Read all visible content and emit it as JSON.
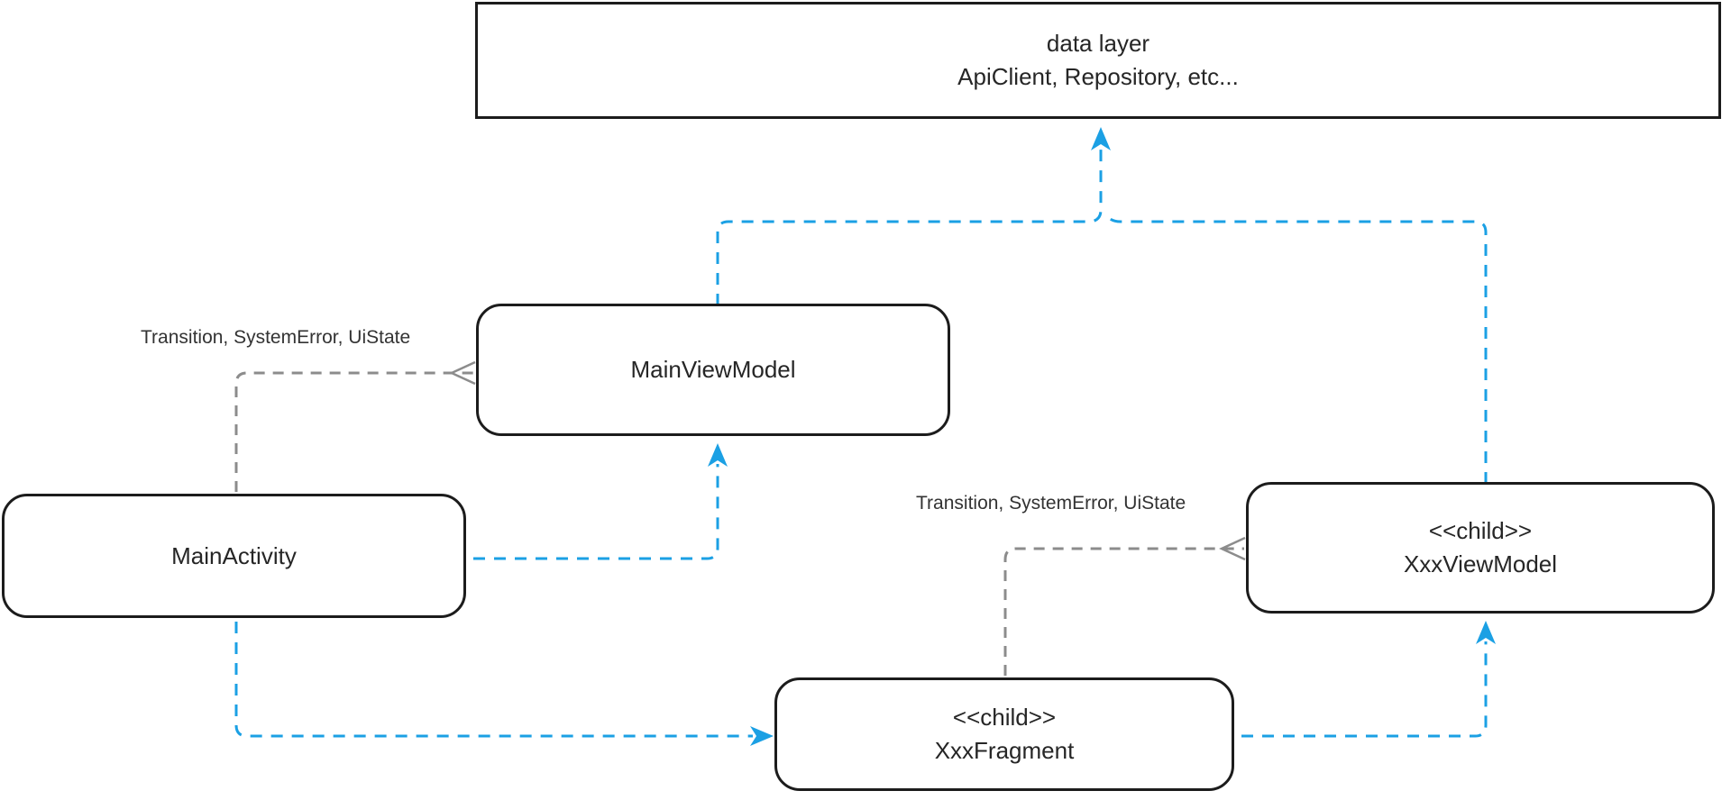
{
  "colors": {
    "edge_blue": "#1ba0e4",
    "edge_gray": "#8c8c8c",
    "box_border": "#1c1c1c",
    "text": "#262626",
    "label_text": "#333333",
    "background": "#ffffff"
  },
  "nodes": {
    "data_layer": {
      "line1": "data layer",
      "line2": "ApiClient, Repository, etc..."
    },
    "main_view_model": {
      "line1": "MainViewModel"
    },
    "main_activity": {
      "line1": "MainActivity"
    },
    "xxx_view_model": {
      "line1": "<<child>>",
      "line2": "XxxViewModel"
    },
    "xxx_fragment": {
      "line1": "<<child>>",
      "line2": "XxxFragment"
    }
  },
  "edge_labels": {
    "main_viewmodel_outputs": "Transition, SystemError, UiState",
    "xxx_viewmodel_outputs": "Transition, SystemError, UiState"
  }
}
